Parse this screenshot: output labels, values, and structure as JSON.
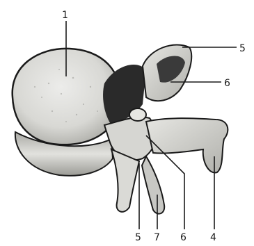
{
  "figure": {
    "labels": {
      "top_left": "1",
      "right_upper": "5",
      "right_middle": "6",
      "bottom_1": "5",
      "bottom_2": "7",
      "bottom_3": "6",
      "bottom_4": "4"
    },
    "colors": {
      "ink": "#1a1a1a",
      "bone_light": "#f0f0ec",
      "bone_mid": "#cfcfcb",
      "bone_dark": "#8e8e8a",
      "shadow": "#2a2a2a"
    }
  }
}
